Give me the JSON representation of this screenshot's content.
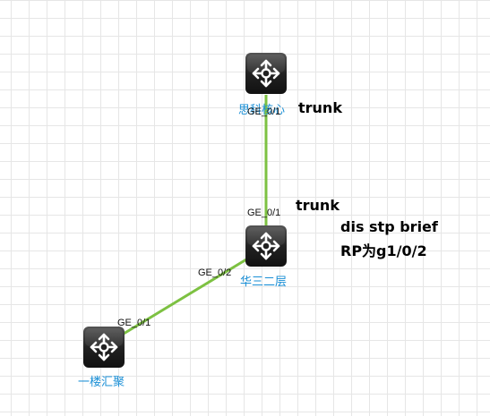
{
  "colors": {
    "link": "#7dc142",
    "label": "#1a8fd6",
    "device_dark": "#1e1e1e"
  },
  "devices": {
    "core": {
      "name": "思科核心",
      "icon": "switch-icon"
    },
    "layer2": {
      "name": "华三二层",
      "icon": "switch-icon"
    },
    "aggregation": {
      "name": "一楼汇聚",
      "icon": "switch-icon"
    }
  },
  "ports": {
    "core_port": "GE_0/1",
    "layer2_up_port": "GE_0/1",
    "layer2_down_port": "GE_0/2",
    "aggregation_port": "GE_0/1"
  },
  "notes": {
    "core_mode": "trunk",
    "layer2_mode": "trunk",
    "command": "dis stp brief",
    "rp_info": "RP为g1/0/2"
  }
}
